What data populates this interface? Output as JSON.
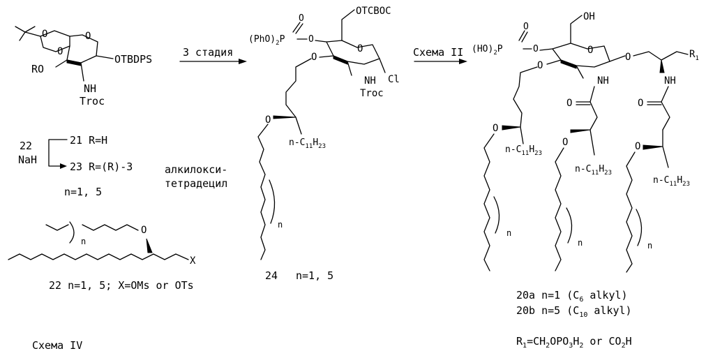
{
  "diagram": {
    "start": {
      "substituents": {
        "ro": "RO",
        "otbdps": "OTBDPS",
        "nh": "NH",
        "troc": "Troc",
        "ring_o": "O",
        "acetal_o1": "O",
        "acetal_o2": "O"
      }
    },
    "arrow1_label": "3 стадия",
    "mid": {
      "otcboc": "OTCBOC",
      "phos_prefix": "(PhO)",
      "phos_sub": "2",
      "phos_p": "P",
      "phos_o_dbl": "O",
      "phos_o_link": "O",
      "ring_o": "O",
      "ring_o_ether": "O",
      "nh": "NH",
      "troc": "Troc",
      "cl": "Cl",
      "chain_o": "O",
      "alkyl_prefix": "n-C",
      "alkyl_sub1": "11",
      "alkyl_mid": "H",
      "alkyl_sub2": "23",
      "n_bracket": "n",
      "compound_number": "24",
      "n_label": "n=1, 5"
    },
    "arrow2_label": "Схема II",
    "product": {
      "phos_prefix": "(HO)",
      "phos_sub": "2",
      "phos_p": "P",
      "phos_o_dbl": "O",
      "phos_o_link": "O",
      "oh": "OH",
      "ring_o": "O",
      "anomeric_o": "O",
      "ring_o_ether": "O",
      "nh1": "NH",
      "nh2": "NH",
      "r1": "R",
      "r1_sub": "1",
      "carbonyl_o1": "O",
      "carbonyl_o2": "O",
      "chain_o1": "O",
      "chain_o2": "O",
      "chain_o3": "O",
      "alkyl_prefix": "n-C",
      "alkyl_sub1": "11",
      "alkyl_mid": "H",
      "alkyl_sub2": "23",
      "n_bracket": "n",
      "label_a_main": "20a n=1 (C",
      "label_a_sub": "6",
      "label_a_end": " alkyl)",
      "label_b_main": "20b n=5 (C",
      "label_b_sub": "10",
      "label_b_end": " alkyl)",
      "r1_def_r": "R",
      "r1_def_sub": "1",
      "r1_def_eq": "=CH",
      "r1_def_s1": "2",
      "r1_def_opo": "OPO",
      "r1_def_s2": "3",
      "r1_def_h": "H",
      "r1_def_s3": "2",
      "r1_def_end": " or CO",
      "r1_def_s4": "2",
      "r1_def_h2": "H"
    },
    "side": {
      "reagent_num": "22",
      "reagent_base": "NaH",
      "from_compound": "21 R=H",
      "to_compound": "23 R=(R)-3",
      "reagent_name_line1": "алкилокси-",
      "reagent_name_line2": "тетрадецил",
      "n_values": "n=1, 5",
      "bracket_n": "n",
      "chain_o": "O",
      "chain_x": "X",
      "compound22_label": "22 n=1, 5; X=OMs or OTs"
    },
    "scheme_caption": "Схема IV"
  }
}
